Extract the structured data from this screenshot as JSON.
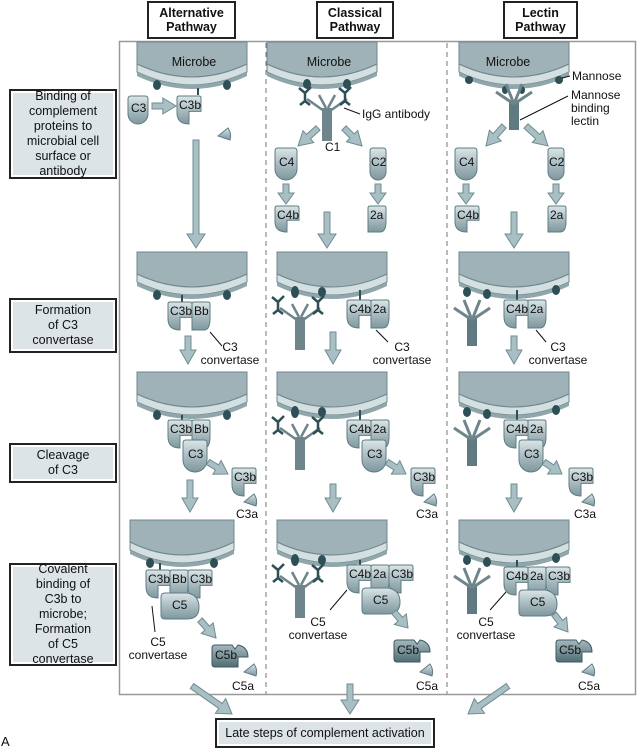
{
  "columns": [
    {
      "title_line1": "Alternative",
      "title_line2": "Pathway"
    },
    {
      "title_line1": "Classical",
      "title_line2": "Pathway"
    },
    {
      "title_line1": "Lectin",
      "title_line2": "Pathway"
    }
  ],
  "steps": [
    {
      "lines": [
        "Binding of",
        "complement",
        "proteins to",
        "microbial cell",
        "surface or",
        "antibody"
      ]
    },
    {
      "lines": [
        "Formation",
        "of C3",
        "convertase"
      ]
    },
    {
      "lines": [
        "Cleavage",
        "of C3"
      ]
    },
    {
      "lines": [
        "Covalent",
        "binding of",
        "C3b to",
        "microbe;",
        "Formation",
        "of C5",
        "convertase"
      ]
    }
  ],
  "microbe_label": "Microbe",
  "labels": {
    "igg_antibody": "IgG antibody",
    "c1": "C1",
    "mannose": "Mannose",
    "mbl_line1": "Mannose",
    "mbl_line2": "binding",
    "mbl_line3": "lectin",
    "c3_convertase_line1": "C3",
    "c3_convertase_line2": "convertase",
    "c5_convertase_line1": "C5",
    "c5_convertase_line2": "convertase"
  },
  "proteins": {
    "c3": "C3",
    "c3b": "C3b",
    "c3a": "C3a",
    "bb": "Bb",
    "c4": "C4",
    "c4b": "C4b",
    "c2": "C2",
    "c2a": "2a",
    "c5": "C5",
    "c5b": "C5b",
    "c5a": "C5a"
  },
  "final_step": "Late steps of complement activation",
  "panel_letter": "A",
  "colors": {
    "protein_fill": "#a9bcc1",
    "protein_dark": "#5f7c84",
    "membrane_top": "#9fb2b7",
    "membrane_light": "#d3dfe1",
    "receptor": "#2d4f55",
    "arrow_fill": "#a8bfc4",
    "arrow_stroke": "#6f8c93",
    "step_box": "#dde4e8"
  }
}
